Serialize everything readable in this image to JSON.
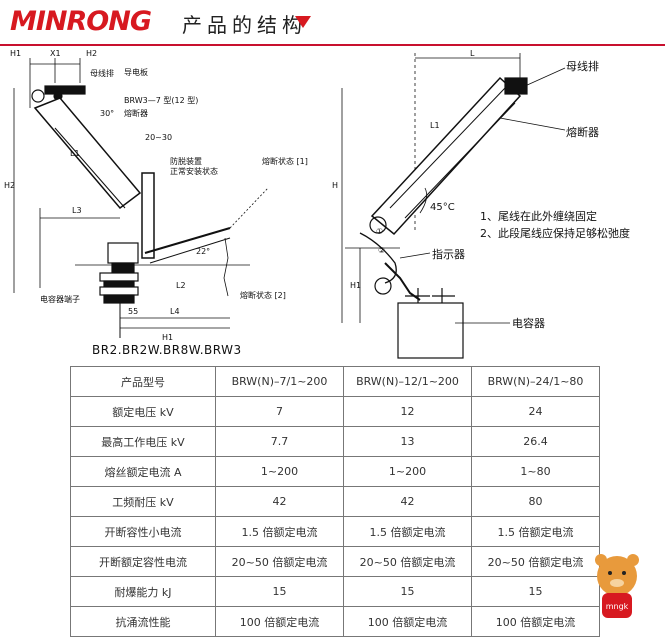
{
  "header": {
    "logo_text": "MINRONG",
    "title": "产品的结构",
    "accent_color": "#d71920"
  },
  "diagram_left": {
    "labels": {
      "h1": "H1",
      "x1": "X1",
      "h2": "H2",
      "bus_post": "母线排",
      "capacitor_plate": "导电板",
      "brw_note": "BRW3—7 型(12 型)",
      "fuse": "熔断器",
      "angle_30": "30°",
      "dim_20_30": "20~30",
      "anti_drop": "防脱装置",
      "normal_install": "正常安装状态",
      "state1": "熔断状态 [1]",
      "state2": "熔断状态 [2]",
      "h_dim": "H2",
      "l3": "L3",
      "l1": "L1",
      "l4": "L4",
      "h3": "H1",
      "dim_55": "55",
      "angle_22": "22°",
      "l2": "L2",
      "insulator": "电容器端子"
    },
    "caption": "BR2.BR2W.BR8W.BRW3"
  },
  "diagram_right": {
    "labels": {
      "l": "L",
      "bus": "母线排",
      "l1": "L1",
      "fuse": "熔断器",
      "h": "H",
      "angle": "45°C",
      "note1": "1、尾线在此外缠绕固定",
      "note2": "2、此段尾线应保持足够松弛度",
      "indicator": "指示器",
      "circle1": "①",
      "circle2": "②",
      "h1": "H1",
      "capacitor": "电容器"
    }
  },
  "table": {
    "rows": [
      [
        "产品型号",
        "BRW(N)–7/1~200",
        "BRW(N)–12/1~200",
        "BRW(N)–24/1~80"
      ],
      [
        "额定电压 kV",
        "7",
        "12",
        "24"
      ],
      [
        "最高工作电压 kV",
        "7.7",
        "13",
        "26.4"
      ],
      [
        "熔丝额定电流 A",
        "1~200",
        "1~200",
        "1~80"
      ],
      [
        "工频耐压 kV",
        "42",
        "42",
        "80"
      ],
      [
        "开断容性小电流",
        "1.5 倍额定电流",
        "1.5 倍额定电流",
        "1.5 倍额定电流"
      ],
      [
        "开断额定容性电流",
        "20~50 倍额定电流",
        "20~50 倍额定电流",
        "20~50 倍额定电流"
      ],
      [
        "耐爆能力 kJ",
        "15",
        "15",
        "15"
      ],
      [
        "抗涌流性能",
        "100 倍额定电流",
        "100 倍额定电流",
        "100 倍额定电流"
      ]
    ]
  },
  "mascot": {
    "text": "mngk"
  }
}
